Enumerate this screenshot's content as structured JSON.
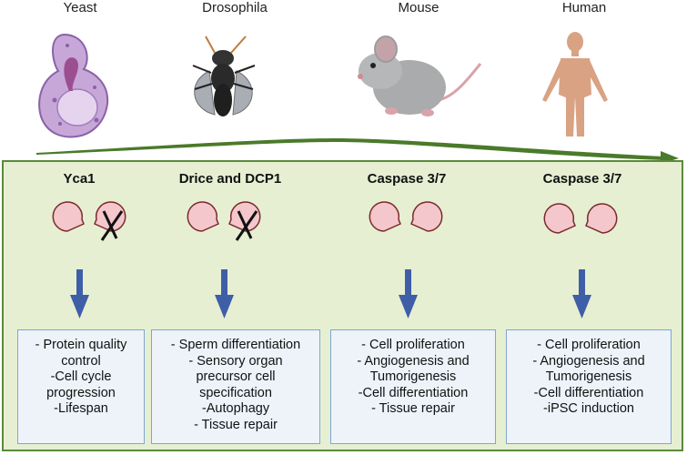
{
  "organisms": [
    {
      "label": "Yeast",
      "icon": "yeast-cell-icon"
    },
    {
      "label": "Drosophila",
      "icon": "fly-icon"
    },
    {
      "label": "Mouse",
      "icon": "mouse-icon"
    },
    {
      "label": "Human",
      "icon": "human-icon"
    }
  ],
  "columns": [
    {
      "title": "Yca1",
      "crossed": true,
      "functions": [
        "- Protein quality",
        "control",
        "-Cell cycle",
        "progression",
        "-Lifespan"
      ]
    },
    {
      "title": "Drice and DCP1",
      "crossed": true,
      "functions": [
        "- Sperm differentiation",
        "- Sensory organ",
        "precursor cell",
        "specification",
        "-Autophagy",
        "- Tissue repair"
      ]
    },
    {
      "title": "Caspase 3/7",
      "crossed": false,
      "functions": [
        "- Cell proliferation",
        "- Angiogenesis and",
        "Tumorigenesis",
        "-Cell differentiation",
        "- Tissue repair"
      ]
    },
    {
      "title": "Caspase 3/7",
      "crossed": false,
      "functions": [
        "- Cell proliferation",
        "- Angiogenesis and",
        "Tumorigenesis",
        "-Cell differentiation",
        "-iPSC induction"
      ]
    }
  ],
  "colors": {
    "panel_bg": "#e6efd2",
    "panel_border": "#5a8a3a",
    "evolution_arrow": "#4a7a2a",
    "down_arrow": "#3f5ea8",
    "box_border": "#7fa6cf",
    "caspase_fill": "#f4c7cc",
    "caspase_stroke": "#7a2a2a"
  }
}
